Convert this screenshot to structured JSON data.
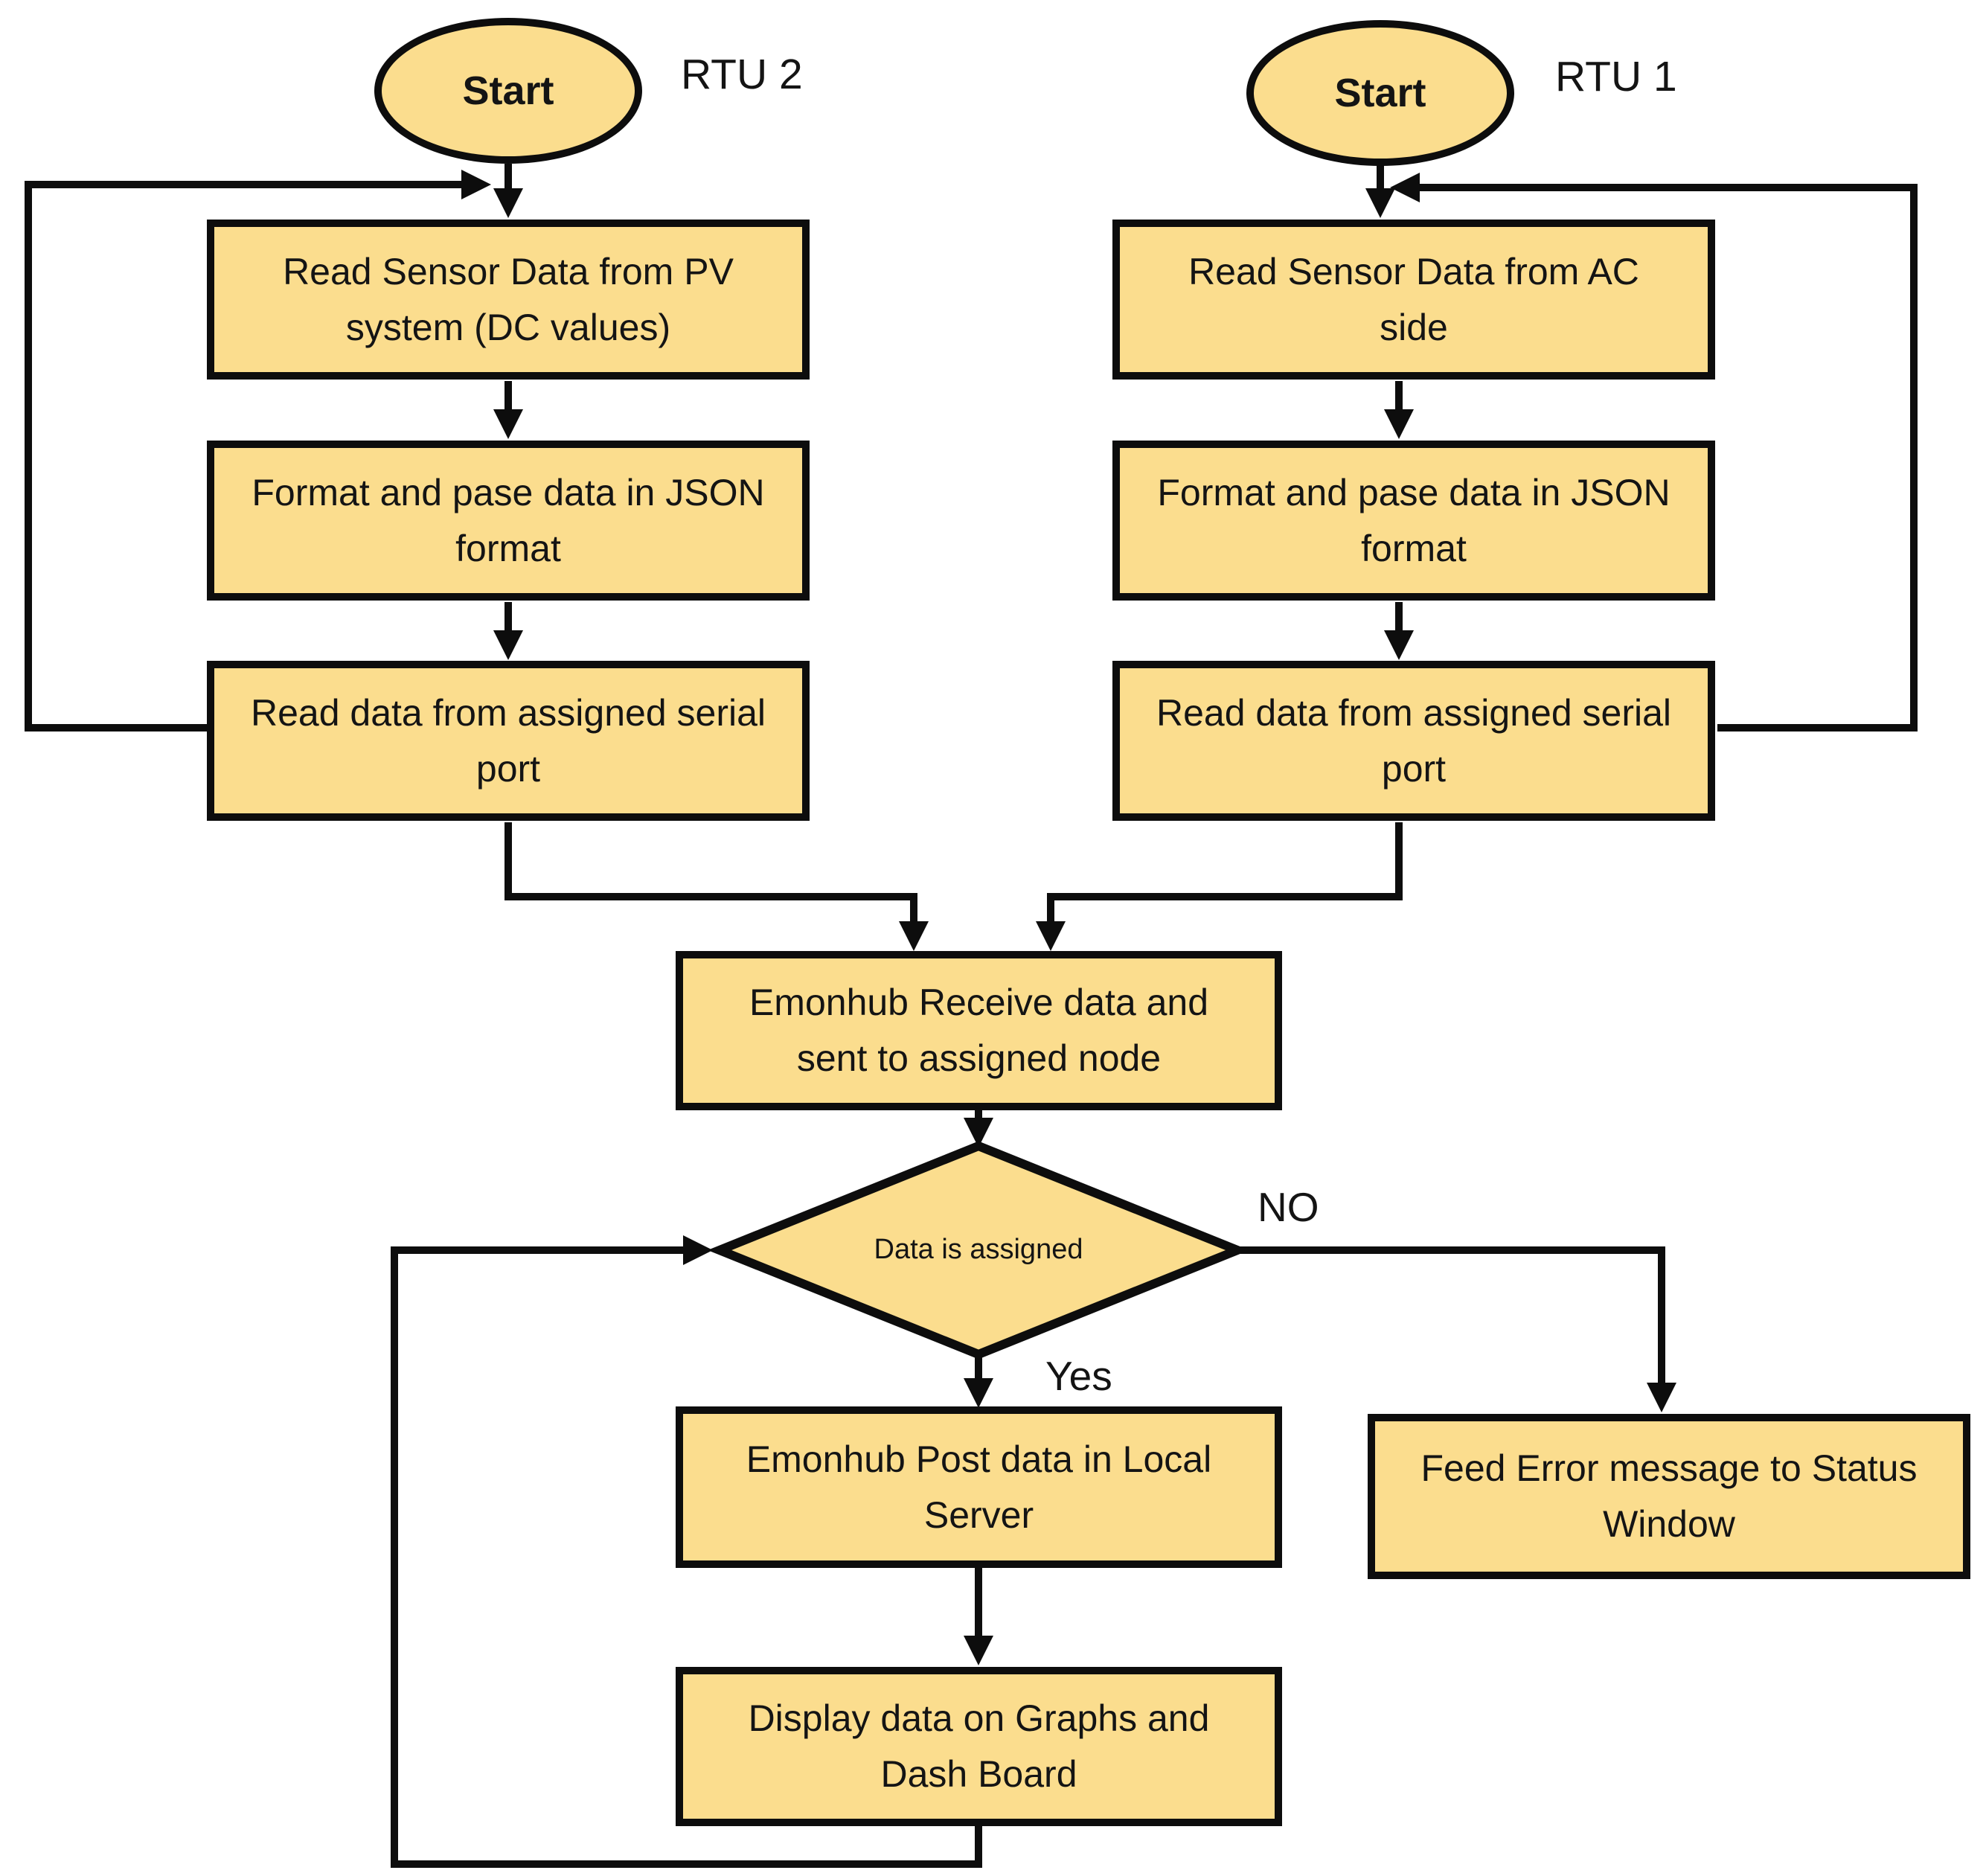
{
  "colors": {
    "node_fill": "#FBDD8E",
    "node_border": "#0D0D0D",
    "connector": "#0D0D0D",
    "background": "#FFFFFF"
  },
  "flowchart": {
    "rtu2": {
      "tag": "RTU 2",
      "start": "Start",
      "steps": [
        "Read Sensor Data from PV system (DC values)",
        "Format and pase data in JSON format",
        "Read data from assigned serial port"
      ]
    },
    "rtu1": {
      "tag": "RTU 1",
      "start": "Start",
      "steps": [
        "Read Sensor Data from AC side",
        "Format and pase data in JSON format",
        "Read data from assigned serial port"
      ]
    },
    "merge": "Emonhub Receive data and sent to assigned node",
    "decision": {
      "label": "Data is assigned",
      "yes": "Yes",
      "no": "NO"
    },
    "yes_steps": [
      "Emonhub Post data in Local Server",
      "Display data on Graphs and Dash Board"
    ],
    "no_step": "Feed Error message to Status Window"
  }
}
